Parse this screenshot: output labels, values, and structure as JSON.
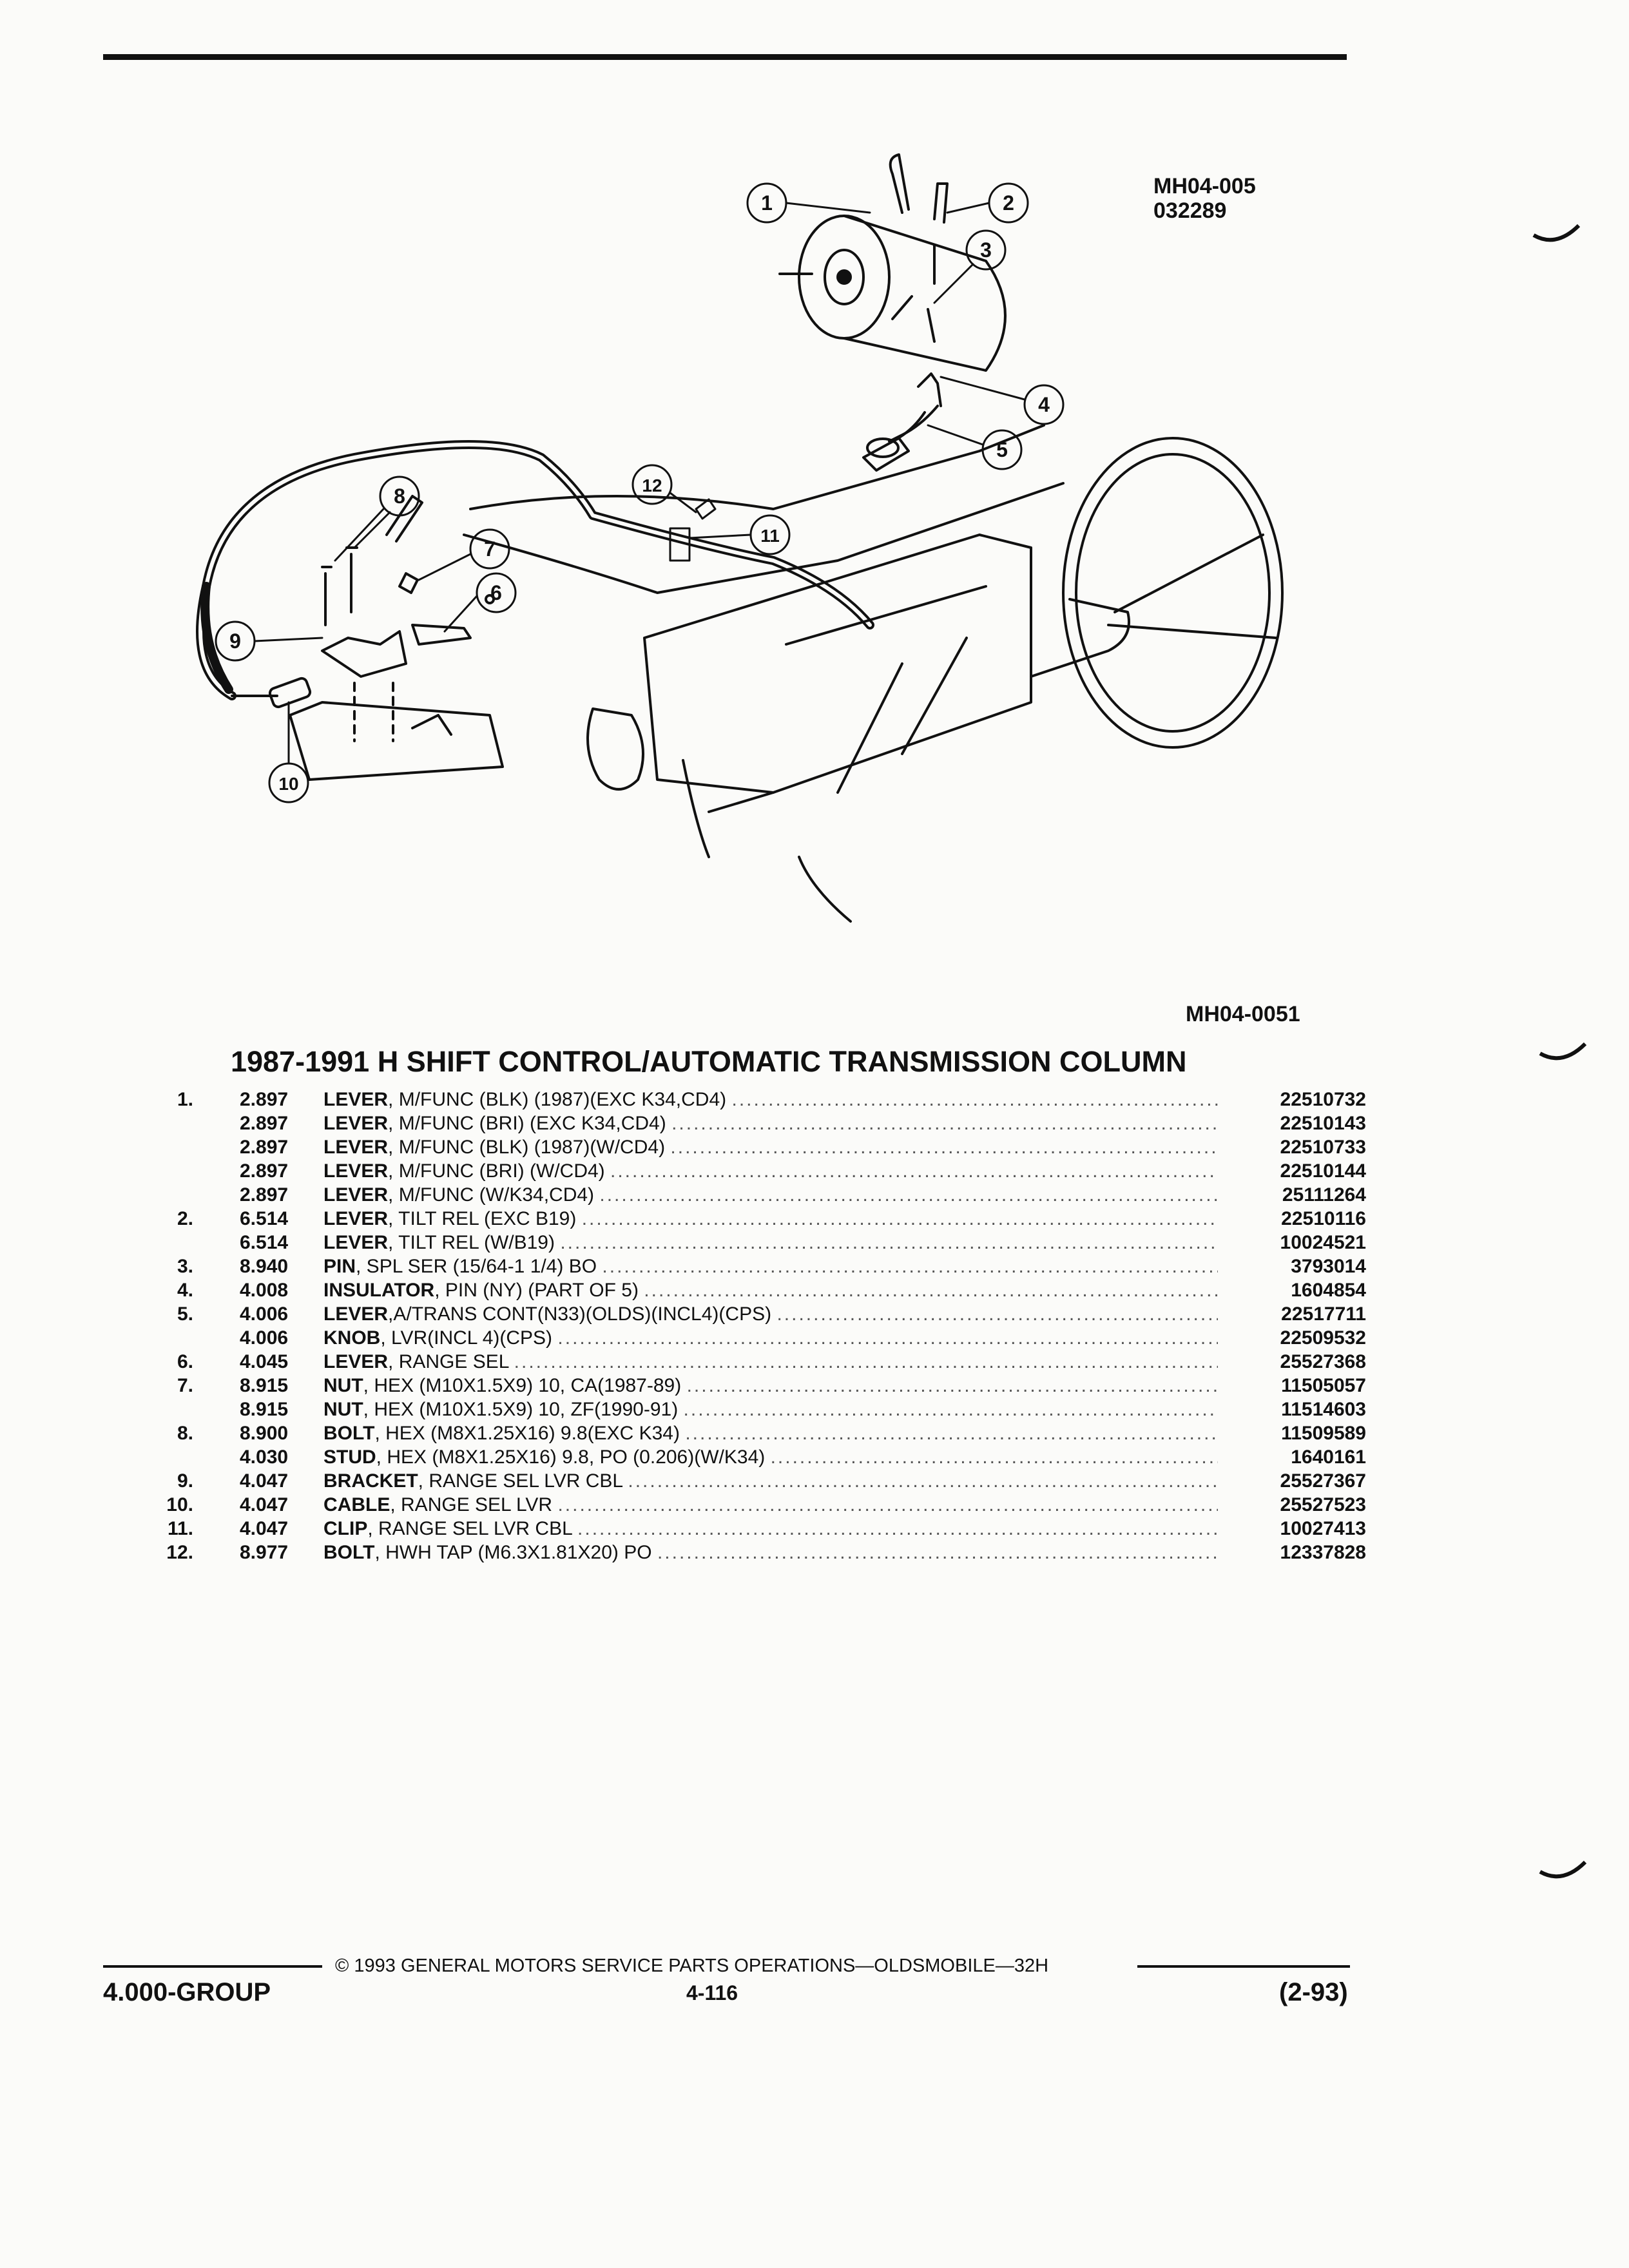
{
  "figure": {
    "id_top": "MH04-005",
    "date_code": "032289",
    "id_bottom": "MH04-0051"
  },
  "callouts": [
    "1",
    "2",
    "3",
    "4",
    "5",
    "6",
    "7",
    "8",
    "9",
    "10",
    "11",
    "12"
  ],
  "title": "1987-1991 H SHIFT CONTROL/AUTOMATIC TRANSMISSION COLUMN",
  "parts": [
    {
      "num": "1.",
      "group": "2.897",
      "noun": "LEVER",
      "spec": ", M/FUNC (BLK) (1987)(EXC K34,CD4)",
      "pn": "22510732"
    },
    {
      "num": "",
      "group": "2.897",
      "noun": "LEVER",
      "spec": ", M/FUNC (BRI) (EXC K34,CD4)",
      "pn": "22510143"
    },
    {
      "num": "",
      "group": "2.897",
      "noun": "LEVER",
      "spec": ", M/FUNC (BLK) (1987)(W/CD4)",
      "pn": "22510733"
    },
    {
      "num": "",
      "group": "2.897",
      "noun": "LEVER",
      "spec": ", M/FUNC (BRI) (W/CD4)",
      "pn": "22510144"
    },
    {
      "num": "",
      "group": "2.897",
      "noun": "LEVER",
      "spec": ", M/FUNC (W/K34,CD4)",
      "pn": "25111264"
    },
    {
      "num": "2.",
      "group": "6.514",
      "noun": "LEVER",
      "spec": ", TILT REL (EXC B19)",
      "pn": "22510116"
    },
    {
      "num": "",
      "group": "6.514",
      "noun": "LEVER",
      "spec": ", TILT REL (W/B19)",
      "pn": "10024521"
    },
    {
      "num": "3.",
      "group": "8.940",
      "noun": "PIN",
      "spec": ", SPL SER (15/64-1 1/4) BO",
      "pn": "3793014"
    },
    {
      "num": "4.",
      "group": "4.008",
      "noun": "INSULATOR",
      "spec": ", PIN (NY) (PART OF 5)",
      "pn": "1604854"
    },
    {
      "num": "5.",
      "group": "4.006",
      "noun": "LEVER",
      "spec": ",A/TRANS CONT(N33)(OLDS)(INCL4)(CPS)",
      "pn": "22517711"
    },
    {
      "num": "",
      "group": "4.006",
      "noun": "KNOB",
      "spec": ", LVR(INCL 4)(CPS)",
      "pn": "22509532"
    },
    {
      "num": "6.",
      "group": "4.045",
      "noun": "LEVER",
      "spec": ", RANGE SEL",
      "pn": "25527368"
    },
    {
      "num": "7.",
      "group": "8.915",
      "noun": "NUT",
      "spec": ", HEX (M10X1.5X9) 10, CA(1987-89)",
      "pn": "11505057"
    },
    {
      "num": "",
      "group": "8.915",
      "noun": "NUT",
      "spec": ", HEX (M10X1.5X9) 10, ZF(1990-91)",
      "pn": "11514603"
    },
    {
      "num": "8.",
      "group": "8.900",
      "noun": "BOLT",
      "spec": ", HEX (M8X1.25X16) 9.8(EXC K34)",
      "pn": "11509589"
    },
    {
      "num": "",
      "group": "4.030",
      "noun": "STUD",
      "spec": ", HEX (M8X1.25X16) 9.8, PO (0.206)(W/K34)",
      "pn": "1640161"
    },
    {
      "num": "9.",
      "group": "4.047",
      "noun": "BRACKET",
      "spec": ", RANGE SEL LVR CBL",
      "pn": "25527367"
    },
    {
      "num": "10.",
      "group": "4.047",
      "noun": "CABLE",
      "spec": ", RANGE SEL LVR",
      "pn": "25527523"
    },
    {
      "num": "11.",
      "group": "4.047",
      "noun": "CLIP",
      "spec": ", RANGE SEL LVR CBL",
      "pn": "10027413"
    },
    {
      "num": "12.",
      "group": "8.977",
      "noun": "BOLT",
      "spec": ", HWH TAP (M6.3X1.81X20) PO",
      "pn": "12337828"
    }
  ],
  "footer": {
    "copyright": "© 1993 GENERAL MOTORS SERVICE PARTS OPERATIONS—OLDSMOBILE—32H",
    "group": "4.000-GROUP",
    "page": "4-116",
    "date": "(2-93)"
  }
}
